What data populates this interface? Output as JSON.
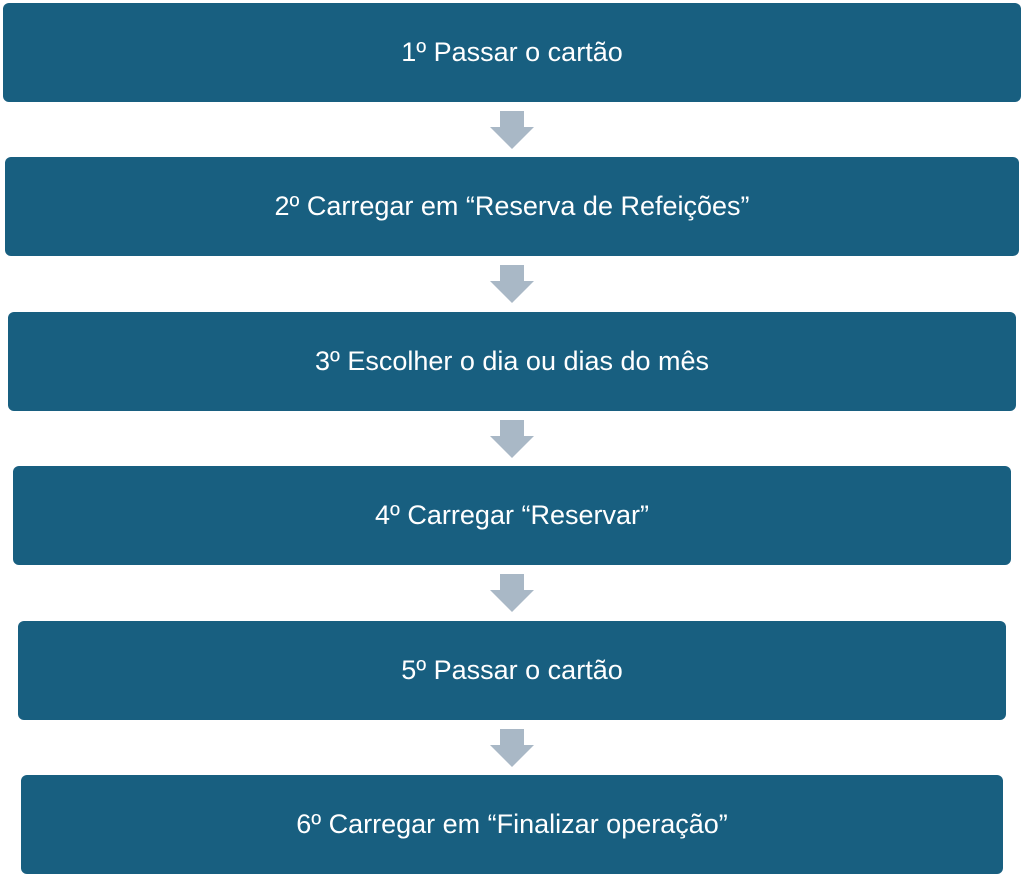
{
  "steps": [
    {
      "label": "1º Passar o cartão"
    },
    {
      "label": "2º Carregar em “Reserva de Refeições”"
    },
    {
      "label": "3º Escolher o dia ou dias do mês"
    },
    {
      "label": "4º Carregar “Reservar”"
    },
    {
      "label": "5º Passar o cartão"
    },
    {
      "label": "6º Carregar em “Finalizar operação”"
    }
  ],
  "colors": {
    "step_fill": "#185f80",
    "step_text": "#ffffff",
    "arrow": "#a9b8c6",
    "background": "#ffffff"
  },
  "icons": {
    "connector": "down-arrow-icon"
  }
}
